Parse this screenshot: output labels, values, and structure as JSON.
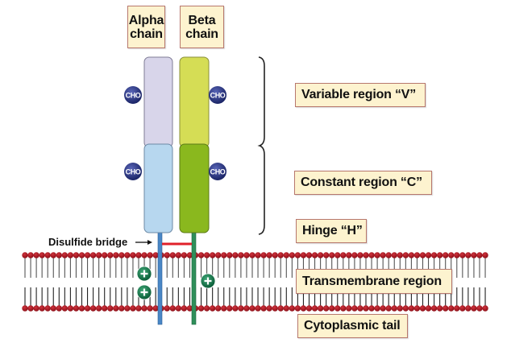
{
  "chains": [
    {
      "name": "Alpha",
      "label_line1": "Alpha",
      "label_line2": "chain",
      "variable_color": "#d8d5ea",
      "constant_color": "#b7d7ef",
      "stalk_color": "#4a87c6"
    },
    {
      "name": "Beta",
      "label_line1": "Beta",
      "label_line2": "chain",
      "variable_color": "#d5dd55",
      "constant_color": "#8ab81e",
      "stalk_color": "#2f8f5a"
    }
  ],
  "glycosylation_label": "CHO",
  "glycosylation_sites": [
    {
      "chain": "Alpha",
      "region": "variable"
    },
    {
      "chain": "Beta",
      "region": "variable"
    },
    {
      "chain": "Alpha",
      "region": "constant"
    },
    {
      "chain": "Beta",
      "region": "constant"
    }
  ],
  "charges": [
    {
      "chain": "Alpha",
      "symbol": "+"
    },
    {
      "chain": "Alpha",
      "symbol": "+"
    },
    {
      "chain": "Beta",
      "symbol": "+"
    }
  ],
  "disulfide": {
    "label": "Disulfide bridge",
    "color": "#e0202a"
  },
  "regions": {
    "variable": "Variable region “V”",
    "constant": "Constant region “C”",
    "hinge": "Hinge “H”",
    "transmembrane": "Transmembrane region",
    "cytoplasmic": "Cytoplasmic tail"
  },
  "colors": {
    "label_fill": "#fdf3cf",
    "label_border": "#b7776d",
    "lipid_head": "#a8121c",
    "lipid_tail": "#555555",
    "cho_fill": "#1f2a6e",
    "charge_fill": "#0f7a4a"
  }
}
